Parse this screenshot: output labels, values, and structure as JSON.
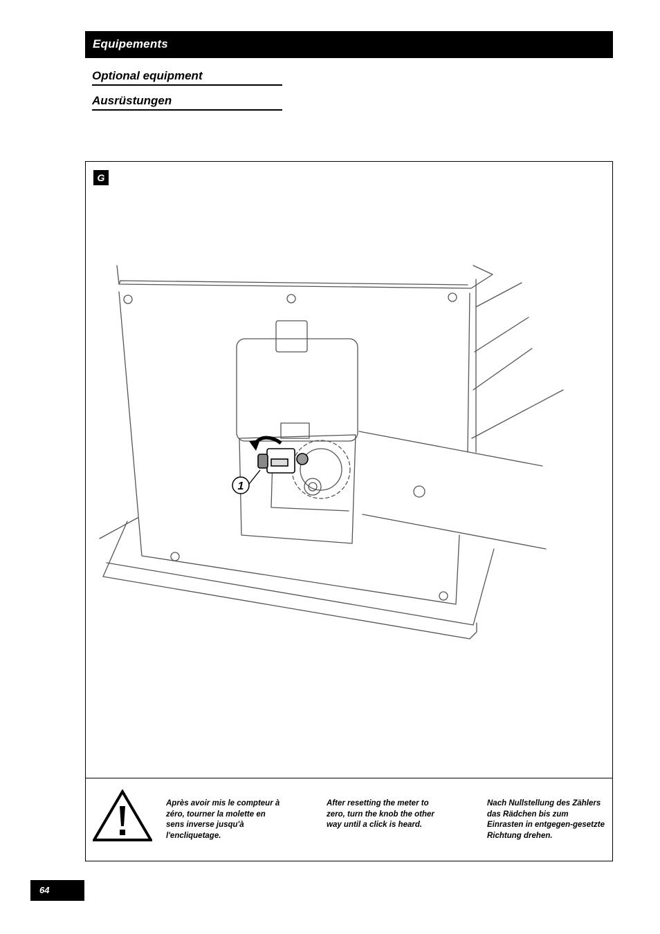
{
  "header": {
    "title": "Equipements"
  },
  "subtitles": [
    "Optional equipment",
    "Ausrüstungen"
  ],
  "figure": {
    "label": "G",
    "callout": "1",
    "icon": "counter-reset-knob-illustration"
  },
  "warning": {
    "icon": "warning-triangle-icon",
    "notes": {
      "fr": "Après avoir mis le compteur à zéro, tourner la molette en sens inverse jusqu'à l'encliquetage.",
      "en": "After resetting the meter to zero, turn the knob the other way until a click is heard.",
      "de": "Nach Nullstellung des Zählers das Rädchen bis zum Einrasten in entgegen-gesetzte Richtung drehen."
    }
  },
  "page": {
    "number": "64"
  }
}
